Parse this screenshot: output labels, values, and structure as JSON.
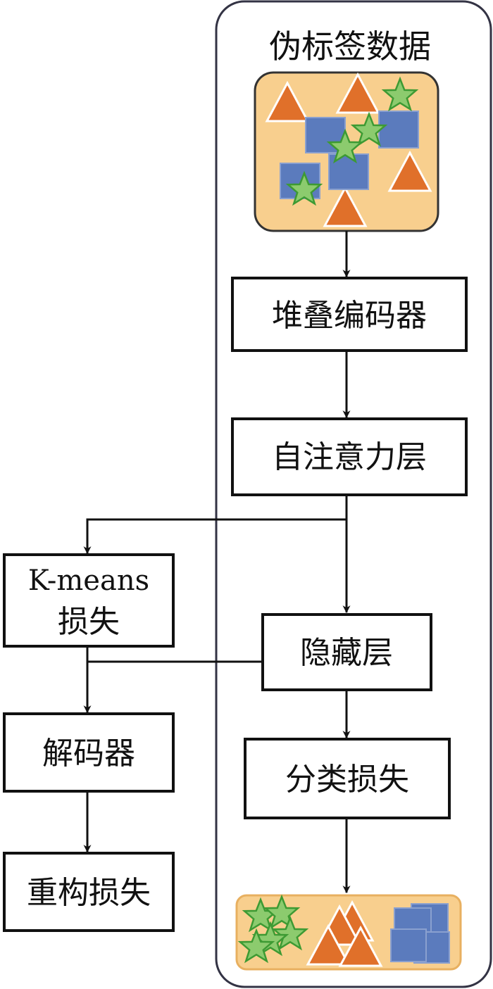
{
  "title": "伪标签数据",
  "nodes": {
    "stacked_encoder": "堆叠编码器",
    "self_attention": "自注意力层",
    "hidden_layer": "隐藏层",
    "classification_loss": "分类损失",
    "kmeans_loss_line1": "K-means",
    "kmeans_loss_line2": "损失",
    "decoder": "解码器",
    "reconstruction_loss": "重构损失"
  },
  "colors": {
    "panel_fill": "#f8cf8e",
    "panel_stroke": "#333333",
    "triangle": "#e0702a",
    "square": "#5b7bbd",
    "star": "#8ccb6e",
    "star_stroke": "#3d9a33",
    "frame": "#333344"
  }
}
